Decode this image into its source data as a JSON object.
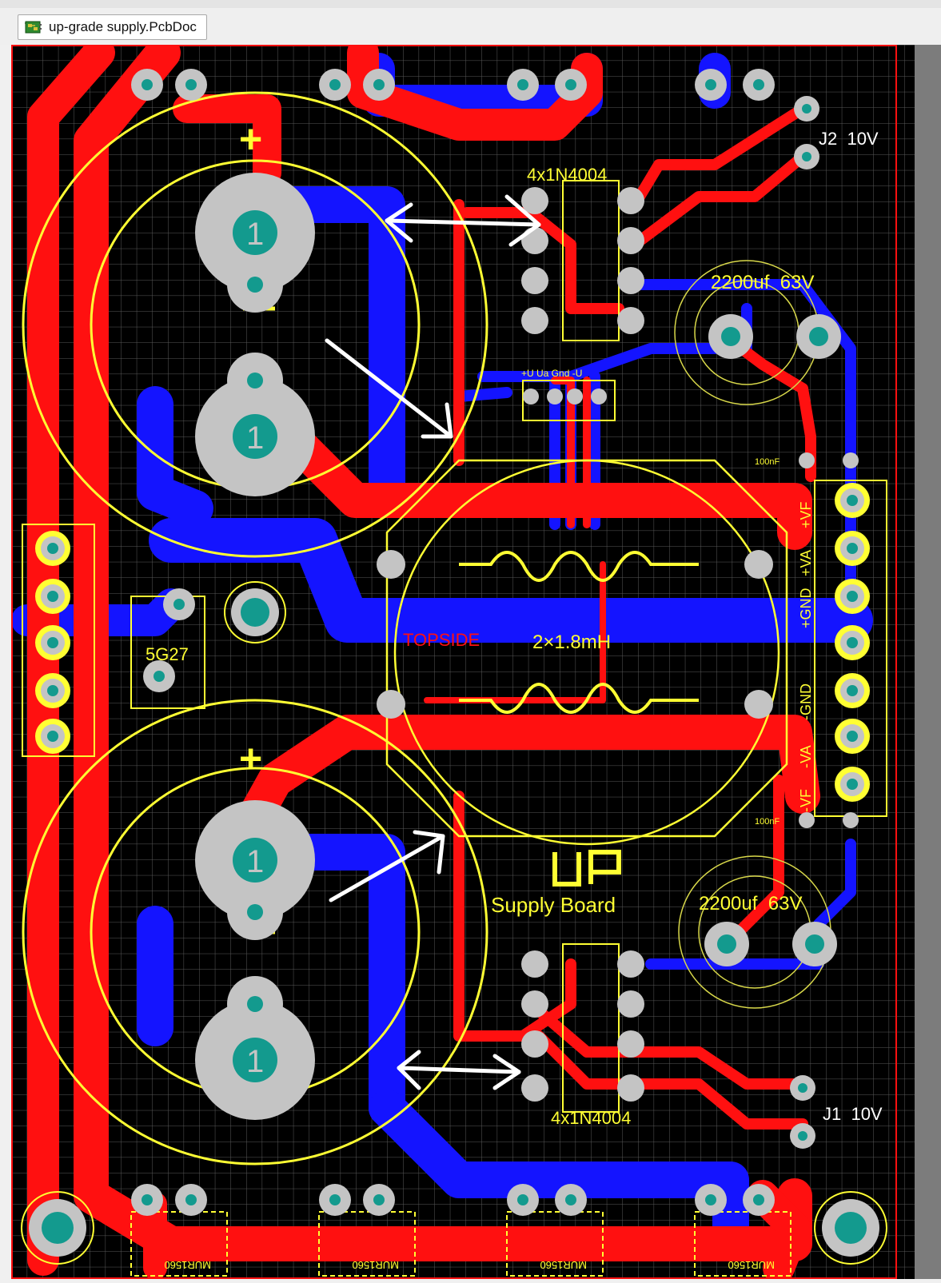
{
  "window": {
    "tab_label": "up-grade supply.PcbDoc",
    "tab_icon": "pcb-document-icon"
  },
  "board": {
    "layer_label": "TOPSIDE",
    "inductor_value": "2×1.8mH",
    "logo": "UP",
    "subtitle": "Supply Board",
    "diode_label_top": "4x1N4004",
    "diode_label_bottom": "4x1N4004",
    "cap_top_label": "2200uf  63V",
    "cap_bottom_label": "2200uf  63V",
    "j2_label": "J2  10V",
    "j1_label": "J1  10V",
    "pad_number": "1",
    "regulator_label": "5G27",
    "small_cap_label": "100nF",
    "pin_header_labels": "+U Ua Gnd -U",
    "connector_labels": [
      "+VF",
      "+VA",
      "+GND",
      "-GND",
      "-VA",
      "-VF"
    ],
    "mur_label": "MUR1560",
    "plus_sign": "+",
    "colors": {
      "background": "#000000",
      "grid": "#5a5a5a",
      "top_copper": "#ff1010",
      "bottom_copper": "#1414ff",
      "silkscreen": "#ffff33",
      "pad": "#c4c4c4",
      "via_hole": "#139a8e",
      "arrow": "#ffffff"
    }
  }
}
